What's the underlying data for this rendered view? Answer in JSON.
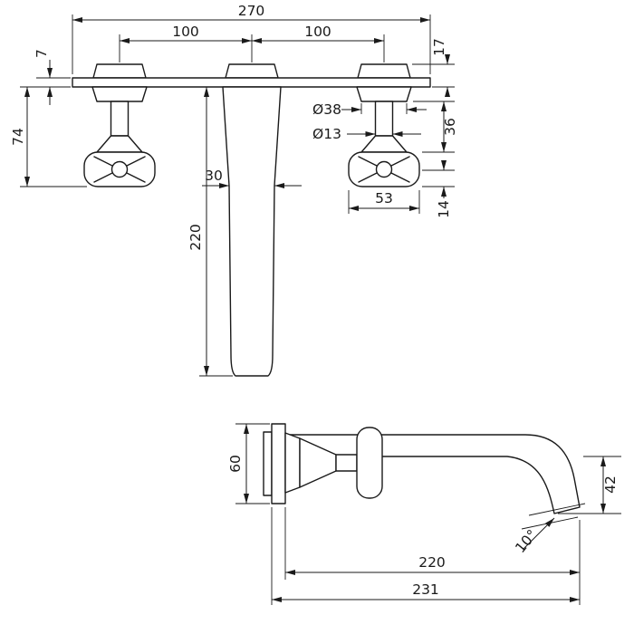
{
  "front_view": {
    "overall_width": "270",
    "spacing_left": "100",
    "spacing_right": "100",
    "plate_thickness": "7",
    "handle_projection": "74",
    "escutcheon_height": "17",
    "rosette_diameter": "Ø38",
    "stem_diameter": "Ø13",
    "handle_height": "36",
    "handle_width": "53",
    "handle_depth": "14",
    "spout_width": "30",
    "spout_length": "220"
  },
  "side_view": {
    "plate_height": "60",
    "outlet_drop": "42",
    "outlet_angle": "10°",
    "spout_reach": "220",
    "total_reach": "231"
  },
  "colors": {
    "line": "#1a1a1a",
    "background": "#ffffff"
  }
}
